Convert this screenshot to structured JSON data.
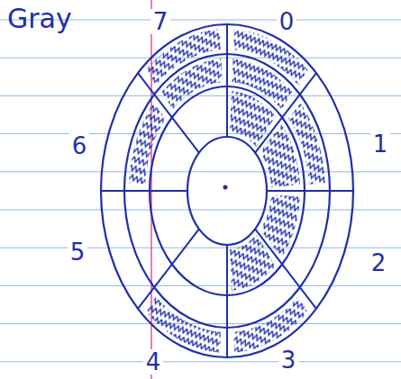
{
  "diagram": {
    "title": "Gray",
    "labels": [
      "7",
      "0",
      "6",
      "1",
      "5",
      "2",
      "4",
      "3"
    ]
  }
}
